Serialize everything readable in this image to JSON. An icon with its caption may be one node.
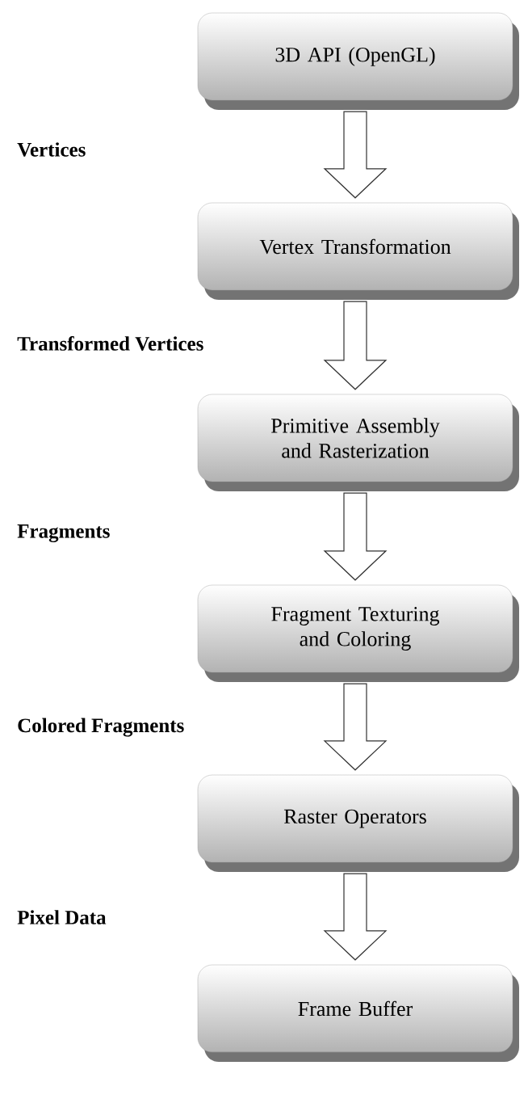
{
  "diagram": {
    "nodes": [
      {
        "text": [
          "3D API (OpenGL)"
        ]
      },
      {
        "text": [
          "Vertex Transformation"
        ]
      },
      {
        "text": [
          "Primitive Assembly and Rasterization"
        ]
      },
      {
        "text": [
          "Fragment Texturing and Coloring"
        ]
      },
      {
        "text": [
          "Raster Operators"
        ]
      },
      {
        "text": [
          "Frame Buffer"
        ]
      }
    ],
    "edges": [
      {
        "from": 0,
        "to": 1,
        "arrow": "to"
      },
      {
        "from": 1,
        "to": 2,
        "arrow": "to"
      },
      {
        "from": 2,
        "to": 3,
        "arrow": "to"
      },
      {
        "from": 3,
        "to": 4,
        "arrow": "to"
      },
      {
        "from": 4,
        "to": 5,
        "arrow": "to"
      }
    ],
    "labels": [
      "Vertices",
      "Transformed Vertices",
      "Fragments",
      "Colored Fragments",
      "Pixel Data"
    ]
  }
}
